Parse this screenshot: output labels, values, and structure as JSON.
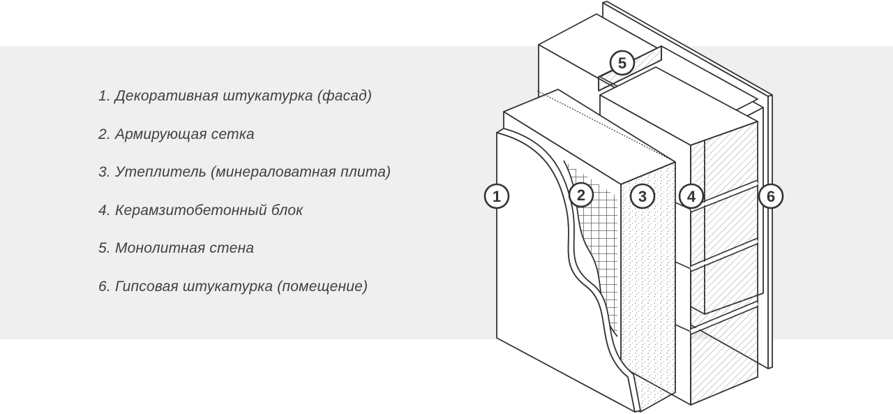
{
  "legend": [
    "1. Декоративная штукатурка (фасад)",
    "2. Армирующая сетка",
    "3. Утеплитель (минераловатная плита)",
    "4. Керамзитобетонный блок",
    "5. Монолитная стена",
    "6. Гипсовая штукатурка (помещение)"
  ],
  "markers": [
    "1",
    "2",
    "3",
    "4",
    "5",
    "6"
  ],
  "colors": {
    "band": "#efefef",
    "text": "#3f3f3f",
    "line": "#333333"
  }
}
